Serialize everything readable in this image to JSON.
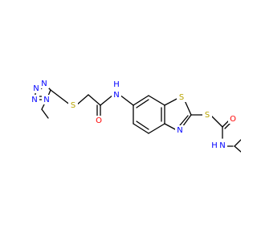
{
  "colors": {
    "bond": "#000000",
    "nitrogen": "#0000ff",
    "oxygen": "#ff0000",
    "sulfur": "#b8a400",
    "carbon": "#000000"
  },
  "atoms": [
    {
      "id": "n_tz1",
      "label": "N",
      "element": "N"
    },
    {
      "id": "n_tz2",
      "label": "N",
      "element": "N"
    },
    {
      "id": "n_tz3",
      "label": "N",
      "element": "N"
    },
    {
      "id": "n_tz4",
      "label": "N",
      "element": "N"
    },
    {
      "id": "s_left",
      "label": "S",
      "element": "S"
    },
    {
      "id": "o_left",
      "label": "O",
      "element": "O"
    },
    {
      "id": "nh_left",
      "label": "N",
      "element": "N"
    },
    {
      "id": "h_left",
      "label": "H",
      "element": "N"
    },
    {
      "id": "s_thiazole",
      "label": "S",
      "element": "S"
    },
    {
      "id": "n_thiazole",
      "label": "N",
      "element": "N"
    },
    {
      "id": "s_right",
      "label": "S",
      "element": "S"
    },
    {
      "id": "o_right",
      "label": "O",
      "element": "O"
    },
    {
      "id": "nh_right",
      "label": "N",
      "element": "N"
    },
    {
      "id": "h_right",
      "label": "H",
      "element": "N"
    }
  ]
}
